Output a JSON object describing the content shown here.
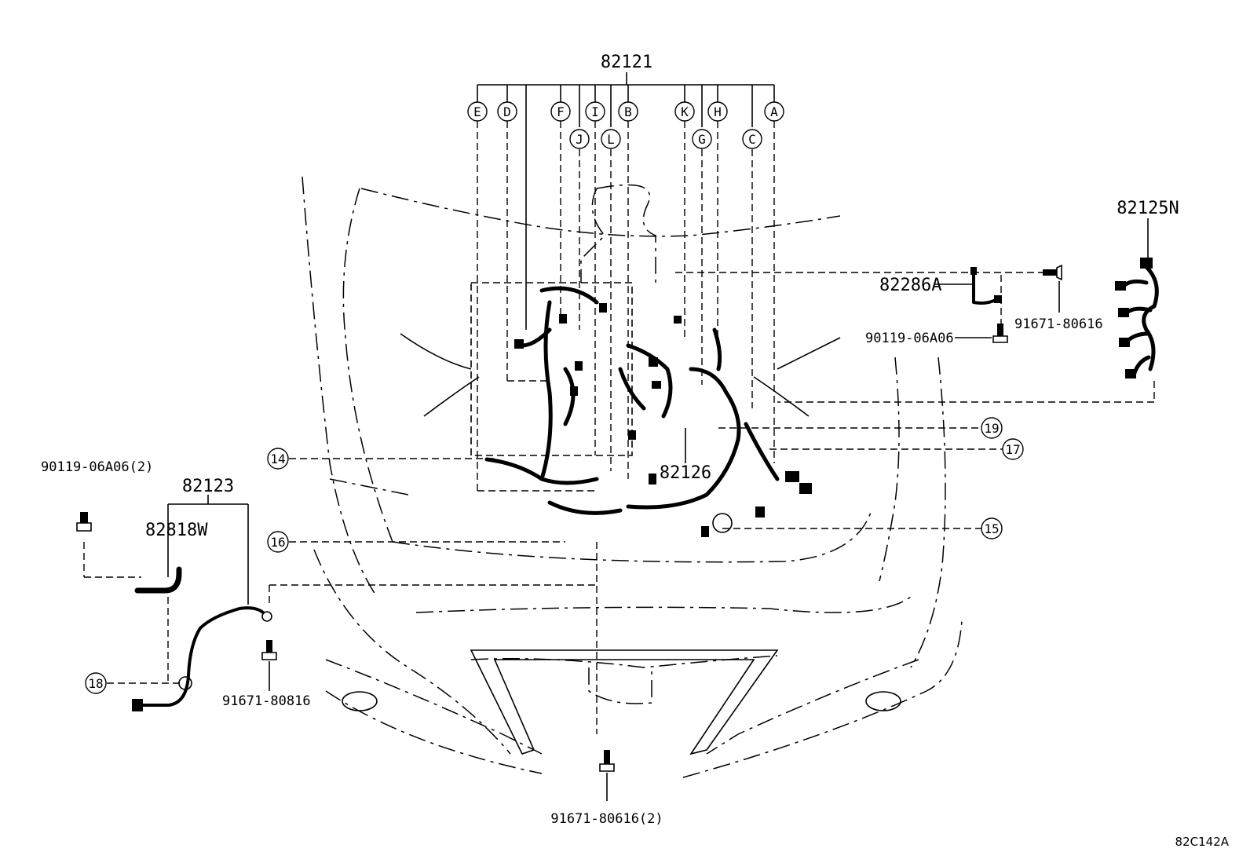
{
  "diagram": {
    "main_harness": "82121",
    "connector_letters": [
      "E",
      "D",
      "F",
      "J",
      "I",
      "L",
      "B",
      "K",
      "G",
      "H",
      "C",
      "A"
    ],
    "parts": {
      "p82125n": "82125N",
      "p82286a": "82286A",
      "p91671_80616_top": "91671-80616",
      "p90119_06a06": "90119-06A06",
      "p90119_06a06_2": "90119-06A06(2)",
      "p82123": "82123",
      "p82818w": "82818W",
      "p82126": "82126",
      "p91671_80816": "91671-80816",
      "p91671_80616_2": "91671-80616(2)"
    },
    "callouts": [
      "14",
      "15",
      "16",
      "17",
      "18",
      "19"
    ],
    "drawing_code": "82C142A"
  }
}
